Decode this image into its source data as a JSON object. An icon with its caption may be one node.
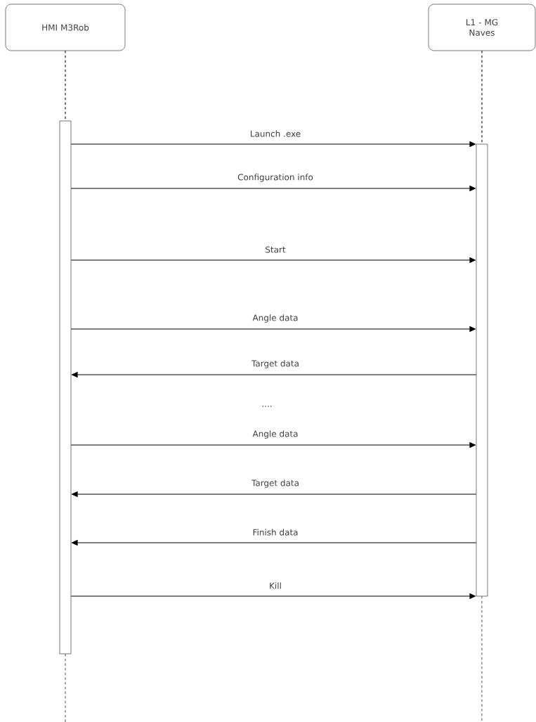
{
  "diagram": {
    "nodes": [
      {
        "text": [
          "HMI M3Rob"
        ]
      },
      {
        "text": [
          "L1 - MG Naves"
        ]
      },
      {
        "text": [],
        "shape": "bar"
      },
      {
        "text": [],
        "shape": "bar"
      }
    ],
    "edges": [
      {
        "from": 0,
        "to": 2,
        "arrow": "none",
        "style": "dashed"
      },
      {
        "from": 2,
        "to": null,
        "arrow": "none",
        "style": "dashed"
      },
      {
        "from": 1,
        "to": 3,
        "arrow": "none",
        "style": "dashed"
      },
      {
        "from": 3,
        "to": null,
        "arrow": "none",
        "style": "dashed"
      },
      {
        "from": 2,
        "to": 3,
        "arrow": "to",
        "label": "Launch .exe"
      },
      {
        "from": 2,
        "to": 3,
        "arrow": "to",
        "label": "Configuration info"
      },
      {
        "from": 2,
        "to": 3,
        "arrow": "to",
        "label": "Start"
      },
      {
        "from": 2,
        "to": 3,
        "arrow": "to",
        "label": "Angle data"
      },
      {
        "from": 3,
        "to": 2,
        "arrow": "to",
        "label": "Target data"
      },
      {
        "from": 2,
        "to": 3,
        "arrow": "to",
        "label": "Angle data"
      },
      {
        "from": 3,
        "to": 2,
        "arrow": "to",
        "label": "Target data"
      },
      {
        "from": 3,
        "to": 2,
        "arrow": "to",
        "label": "Finish data"
      },
      {
        "from": 2,
        "to": 3,
        "arrow": "to",
        "label": "Kill"
      }
    ],
    "labels": [
      "...."
    ]
  }
}
